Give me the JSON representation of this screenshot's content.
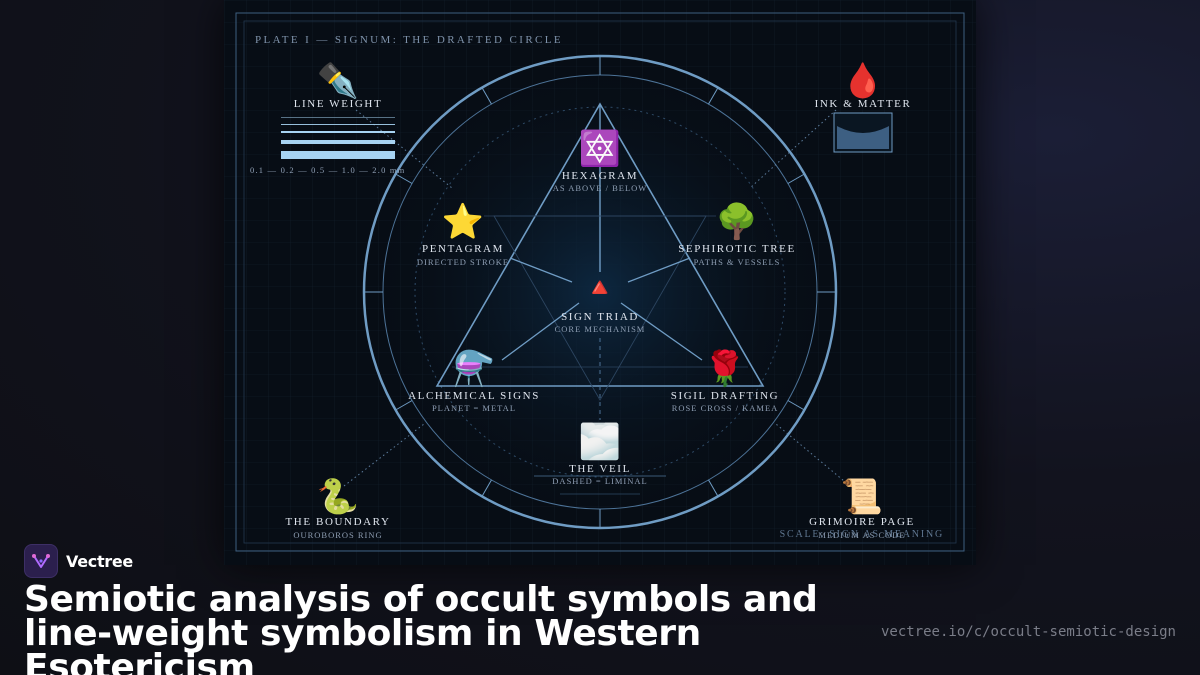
{
  "plate": {
    "title": "PLATE I — SIGNUM: THE DRAFTED CIRCLE",
    "scale_note": "SCALE: SIGN AS MEANING"
  },
  "line_weight": {
    "title": "LINE WEIGHT",
    "icon": "fountain-pen-icon",
    "glyph": "✒️",
    "scale": "0.1 — 0.2 — 0.5 — 1.0 — 2.0 mm"
  },
  "ink_matter": {
    "title": "INK & MATTER",
    "icon": "blood-drop-icon",
    "glyph": "🩸"
  },
  "boundary": {
    "title": "THE BOUNDARY",
    "sub": "OUROBOROS RING",
    "icon": "snake-icon",
    "glyph": "🐍"
  },
  "grimoire": {
    "title": "GRIMOIRE PAGE",
    "sub": "MEDIUM AS CODE",
    "icon": "scroll-icon",
    "glyph": "📜"
  },
  "nodes": [
    {
      "key": "hexagram",
      "title": "HEXAGRAM",
      "sub": "AS ABOVE / BELOW",
      "icon": "hexagram-icon",
      "glyph": "🔯"
    },
    {
      "key": "pentagram",
      "title": "PENTAGRAM",
      "sub": "DIRECTED STROKE",
      "icon": "star-icon",
      "glyph": "⭐"
    },
    {
      "key": "sephirotic",
      "title": "SEPHIROTIC TREE",
      "sub": "PATHS & VESSELS",
      "icon": "tree-icon",
      "glyph": "🌳"
    },
    {
      "key": "triad",
      "title": "SIGN TRIAD",
      "sub": "CORE MECHANISM",
      "icon": "red-triangle-icon",
      "glyph": "🔺"
    },
    {
      "key": "alchemical",
      "title": "ALCHEMICAL SIGNS",
      "sub": "PLANET = METAL",
      "icon": "alembic-icon",
      "glyph": "⚗️"
    },
    {
      "key": "sigil",
      "title": "SIGIL DRAFTING",
      "sub": "ROSE CROSS / KAMEA",
      "icon": "rose-icon",
      "glyph": "🌹"
    },
    {
      "key": "veil",
      "title": "THE VEIL",
      "sub": "DASHED = LIMINAL",
      "icon": "fog-icon",
      "glyph": "🌫️"
    }
  ],
  "brand": {
    "name": "Vectree"
  },
  "headline": "Semiotic analysis of occult symbols and line-weight symbolism in Western Esotericism",
  "source": "vectree.io/c/occult-semiotic-design",
  "colors": {
    "plate_bg": "#070d15",
    "line": "#6f9cc4",
    "line_light": "#a7d3f2",
    "text": "#dfe5ee",
    "muted": "#8f9fb4"
  }
}
